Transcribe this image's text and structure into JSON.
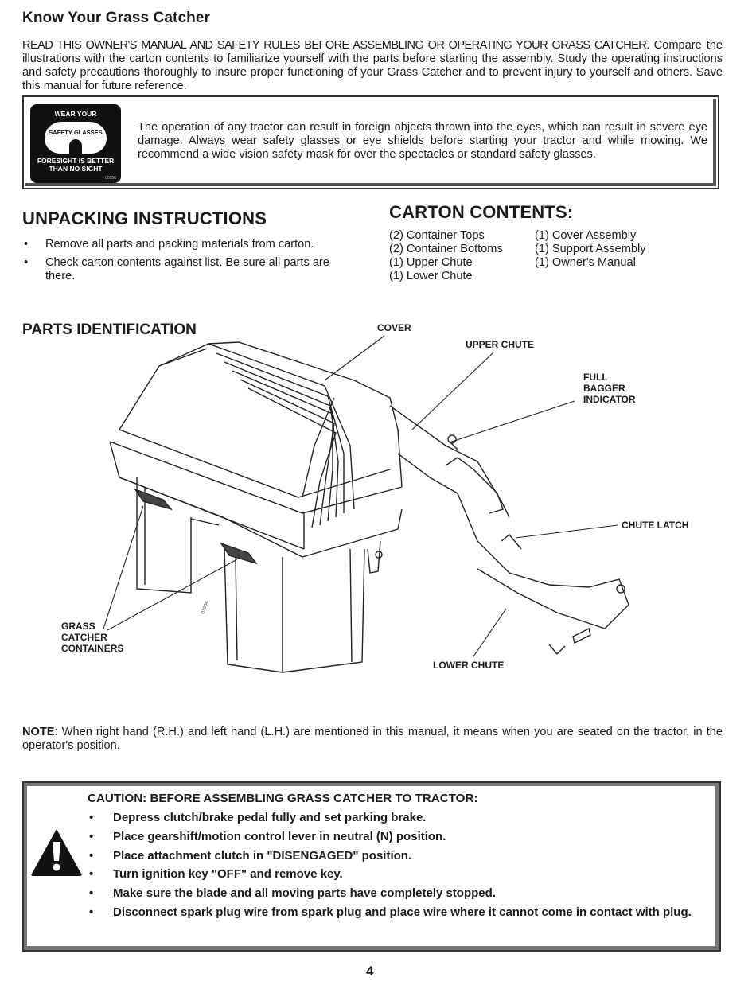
{
  "page": {
    "title": "Know Your Grass Catcher",
    "intro_lead": "READ THIS OWNER'S MANUAL AND SAFETY RULES BEFORE ASSEMBLING OR OPERATING YOUR GRASS CATCHER.",
    "intro_rest": "Compare the illustrations with the carton contents to familiarize yourself with the parts before starting the assembly. Study the operating instructions and safety precautions thoroughly to insure proper functioning of your Grass Catcher and to prevent injury to yourself and others.  Save this manual for future reference.",
    "page_number": "4"
  },
  "safety": {
    "badge_line1": "WEAR YOUR",
    "badge_line2": "SAFETY GLASSES",
    "badge_line3": "FORESIGHT IS BETTER",
    "badge_line4": "THAN NO SIGHT",
    "badge_code": "00156",
    "text": "The operation of any tractor can result in foreign objects thrown into the eyes, which can result in severe eye damage. Always wear safety glasses or eye shields before starting your tractor and while mowing. We recommend a wide vision safety mask for over the spectacles or standard safety glasses."
  },
  "unpacking": {
    "heading": "UNPACKING INSTRUCTIONS",
    "items": [
      "Remove all parts and packing materials from carton.",
      "Check carton contents against list.  Be sure all parts are there."
    ]
  },
  "carton": {
    "heading": "CARTON CONTENTS:",
    "left": [
      "(2) Container Tops",
      "(2) Container Bottoms",
      "(1) Upper Chute",
      "(1) Lower Chute"
    ],
    "right": [
      "(1) Cover Assembly",
      "(1) Support Assembly",
      "(1) Owner's Manual"
    ]
  },
  "parts": {
    "heading": "PARTS IDENTIFICATION",
    "cover": "COVER",
    "upper_chute": "UPPER CHUTE",
    "full_bagger_1": "FULL",
    "full_bagger_2": "BAGGER",
    "full_bagger_3": "INDICATOR",
    "chute_latch": "CHUTE LATCH",
    "grass_1": "GRASS",
    "grass_2": "CATCHER",
    "grass_3": "CONTAINERS",
    "lower_chute": "LOWER CHUTE",
    "figure_code": "03964"
  },
  "note": {
    "label": "NOTE",
    "text": ": When right hand (R.H.) and left hand (L.H.) are mentioned in this manual, it means when you are seated on the tractor, in the operator's position."
  },
  "caution": {
    "heading": "CAUTION:  BEFORE ASSEMBLING GRASS CATCHER TO TRACTOR:",
    "items": [
      "Depress clutch/brake pedal fully and set parking brake.",
      "Place gearshift/motion control lever in neutral (N) position.",
      "Place attachment clutch in \"DISENGAGED\" position.",
      "Turn ignition key \"OFF\" and remove key.",
      "Make sure the blade and all moving parts have completely stopped.",
      "Disconnect spark plug wire from spark plug and place wire where it cannot come in contact with plug."
    ]
  },
  "bullet": "•"
}
